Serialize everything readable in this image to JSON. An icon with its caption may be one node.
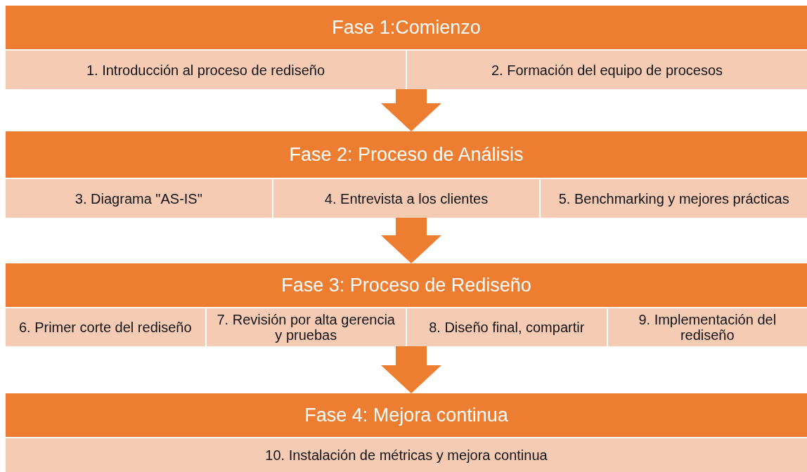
{
  "diagram": {
    "nodes": [
      {
        "text": [
          "Fase 1:Comienzo"
        ]
      },
      {
        "text": [
          "1. Introducción al proceso de rediseño"
        ],
        "in": 0
      },
      {
        "text": [
          "2. Formación del equipo de procesos"
        ],
        "in": 0
      },
      {
        "text": [
          "Fase 2: Proceso de Análisis"
        ]
      },
      {
        "text": [
          "3. Diagrama \"AS-IS\""
        ],
        "in": 3
      },
      {
        "text": [
          "4. Entrevista a los clientes"
        ],
        "in": 3
      },
      {
        "text": [
          "5. Benchmarking y mejores prácticas"
        ],
        "in": 3
      },
      {
        "text": [
          "Fase 3: Proceso de Rediseño"
        ]
      },
      {
        "text": [
          "6. Primer corte del rediseño"
        ],
        "in": 7
      },
      {
        "text": [
          "7. Revisión por alta gerencia y pruebas"
        ],
        "in": 7
      },
      {
        "text": [
          "8. Diseño final, compartir"
        ],
        "in": 7
      },
      {
        "text": [
          "9. Implementación del rediseño"
        ],
        "in": 7
      },
      {
        "text": [
          "Fase 4: Mejora continua"
        ]
      },
      {
        "text": [
          "10. Instalación de métricas y mejora continua"
        ],
        "in": 12
      }
    ],
    "edges": [
      {
        "from": 0,
        "to": 3,
        "arrow": "to"
      },
      {
        "from": 3,
        "to": 7,
        "arrow": "to"
      },
      {
        "from": 7,
        "to": 12,
        "arrow": "to"
      }
    ]
  }
}
